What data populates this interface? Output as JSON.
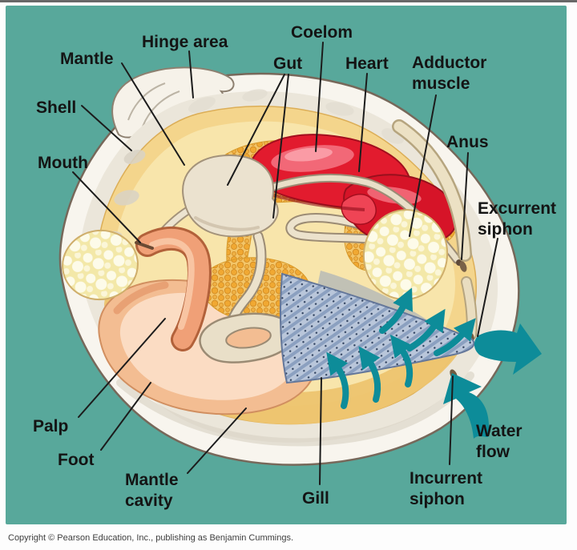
{
  "figure": {
    "description": "Labeled anatomical diagram of a clam (bivalve mollusc) in lateral cutaway view",
    "copyright": "Copyright © Pearson Education, Inc., publishing as Benjamin Cummings."
  },
  "colors": {
    "canvas_teal": "#58a89b",
    "arrow_teal": "#0d8c99",
    "heart_red": "#e21b2e",
    "shell_white": "#f8f5ee",
    "mantle_gold": "#f4d58c",
    "body_interior": "#f8e5ab",
    "foot_peach": "#f3bd92",
    "gill_blue": "#b9c6da",
    "adductor_yellow": "#f3e8a8",
    "gland_orange": "#f0a832",
    "palp_orange": "#f0a077",
    "label_text": "#141414"
  },
  "labels": {
    "mantle": {
      "text": "Mantle"
    },
    "hinge_area": {
      "text": "Hinge area"
    },
    "coelom": {
      "text": "Coelom"
    },
    "gut": {
      "text": "Gut"
    },
    "heart": {
      "text": "Heart"
    },
    "adductor_muscle": {
      "line1": "Adductor",
      "line2": "muscle"
    },
    "shell": {
      "text": "Shell"
    },
    "anus": {
      "text": "Anus"
    },
    "mouth": {
      "text": "Mouth"
    },
    "excurrent_siphon": {
      "line1": "Excurrent",
      "line2": "siphon"
    },
    "palp": {
      "text": "Palp"
    },
    "foot": {
      "text": "Foot"
    },
    "mantle_cavity": {
      "line1": "Mantle",
      "line2": "cavity"
    },
    "gill": {
      "text": "Gill"
    },
    "water_flow": {
      "line1": "Water",
      "line2": "flow"
    },
    "incurrent_siphon": {
      "line1": "Incurrent",
      "line2": "siphon"
    }
  }
}
